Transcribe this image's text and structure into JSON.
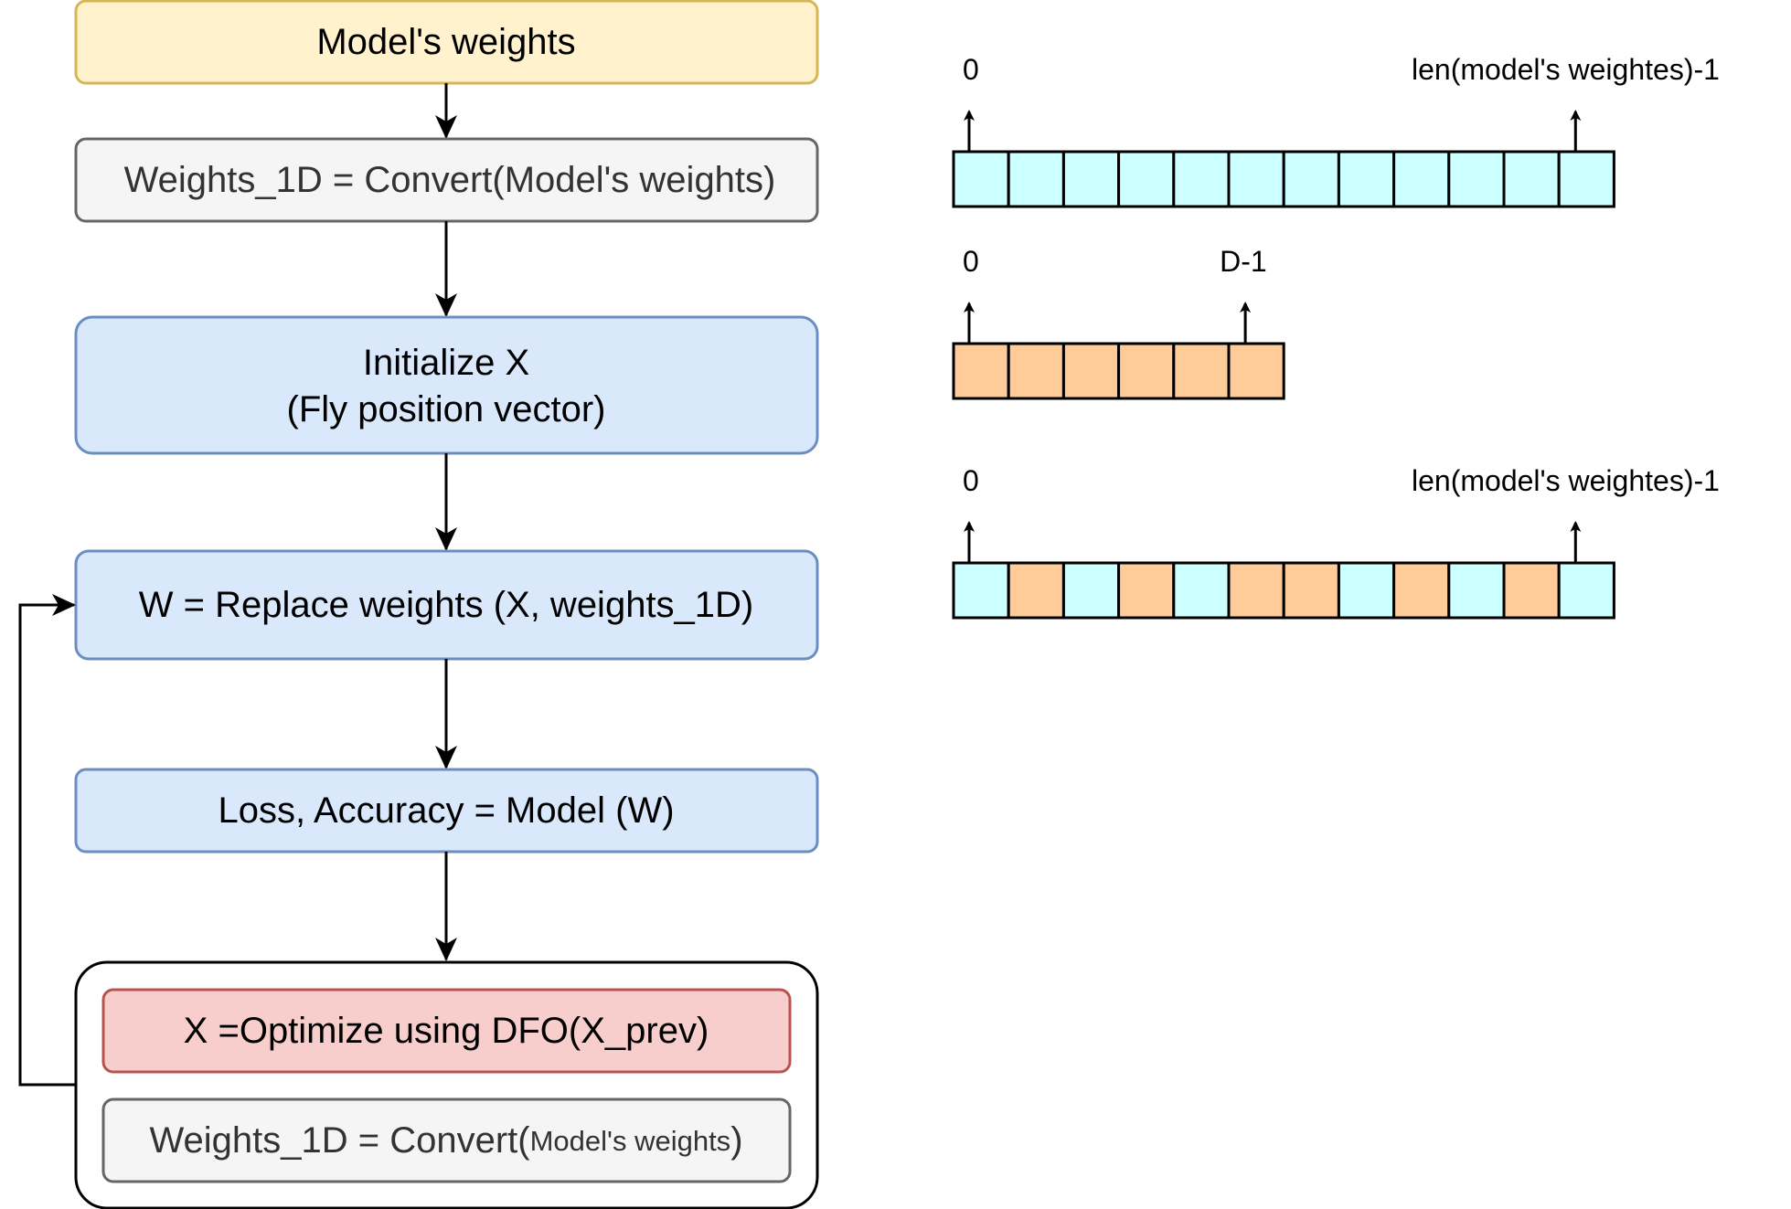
{
  "flowchart": {
    "model_weights": "Model's weights",
    "convert_step": "Weights_1D = Convert(Model's weights)",
    "initialize_line1": "Initialize X",
    "initialize_line2": "(Fly position vector)",
    "replace_step": "W = Replace weights (X, weights_1D)",
    "loss_step": "Loss, Accuracy = Model (W)",
    "optimize_step": "X =Optimize using DFO(X_prev)",
    "reconvert_prefix": "Weights_1D = Convert(",
    "reconvert_arg": "Model's weights",
    "reconvert_suffix": ")"
  },
  "arrays": {
    "full_weights": {
      "start_label": "0",
      "end_label": "len(model's weightes)-1",
      "cells": [
        "cyan",
        "cyan",
        "cyan",
        "cyan",
        "cyan",
        "cyan",
        "cyan",
        "cyan",
        "cyan",
        "cyan",
        "cyan",
        "cyan"
      ]
    },
    "position_vector": {
      "start_label": "0",
      "end_label": "D-1",
      "cells": [
        "orange",
        "orange",
        "orange",
        "orange",
        "orange",
        "orange"
      ]
    },
    "replaced_weights": {
      "start_label": "0",
      "end_label": "len(model's weightes)-1",
      "cells": [
        "cyan",
        "orange",
        "cyan",
        "orange",
        "cyan",
        "orange",
        "orange",
        "cyan",
        "orange",
        "cyan",
        "orange",
        "cyan"
      ]
    }
  },
  "colors": {
    "cyan": "#ccffff",
    "orange": "#ffcc99",
    "yellow_fill": "#fff2cc",
    "yellow_stroke": "#d6b656",
    "grey_fill": "#f5f5f5",
    "grey_stroke": "#666666",
    "blue_fill": "#dae8fc",
    "blue_stroke": "#6c8ebf",
    "red_fill": "#f8cecc",
    "red_stroke": "#b85450"
  }
}
